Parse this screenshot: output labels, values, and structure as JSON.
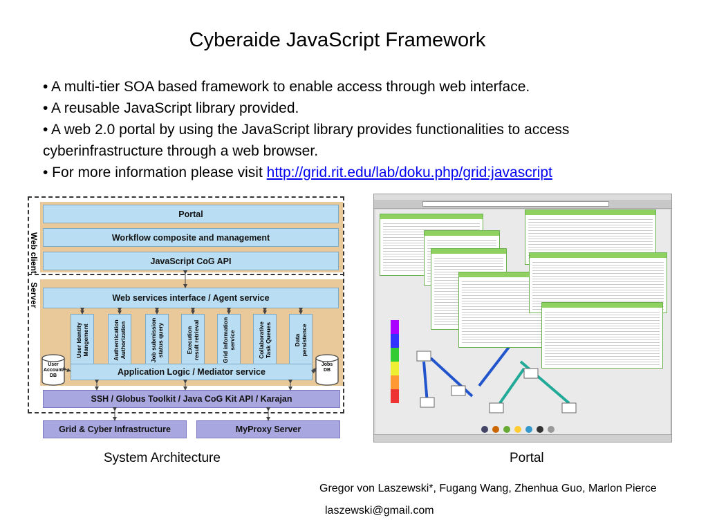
{
  "title": "Cyberaide JavaScript Framework",
  "bullets": [
    "• A multi-tier SOA based framework to enable access through web interface.",
    "• A reusable JavaScript library provided.",
    "• A web 2.0 portal by using the JavaScript library provides functionalities to access cyberinfrastructure through a web browser."
  ],
  "more_info": {
    "prefix": "• For more information please visit ",
    "link": "http://grid.rit.edu/lab/doku.php/grid:javascript"
  },
  "architecture": {
    "web_client_label": "Web client",
    "server_label": "Server",
    "portal": "Portal",
    "workflow": "Workflow composite and management",
    "cog_api": "JavaScript CoG API",
    "web_services": "Web services interface / Agent service",
    "services": [
      "User Identity\nMangement",
      "Authentication\nAuthorization",
      "Job submission\nstatus query",
      "Execution\nresult retrieval",
      "Grid information\nservice",
      "Collaborative\nTask Queues",
      "Data\npersistence"
    ],
    "user_db": "User\nAccount\nDB",
    "jobs_db": "Jobs\nDB",
    "app_logic": "Application Logic / Mediator service",
    "toolkit": "SSH / Globus Toolkit / Java CoG Kit API / Karajan",
    "grid": "Grid & Cyber Infrastructure",
    "myproxy": "MyProxy Server"
  },
  "captions": {
    "architecture": "System Architecture",
    "portal": "Portal"
  },
  "authors": "Gregor von Laszewski*, Fugang Wang, Zhenhua Guo, Marlon Pierce",
  "email": "laszewski@gmail.com",
  "colors": {
    "diagram_blue": "#b9ddf2",
    "diagram_tan": "#e9c99a",
    "diagram_purple": "#a9a7df",
    "portal_green": "#8ed160"
  }
}
